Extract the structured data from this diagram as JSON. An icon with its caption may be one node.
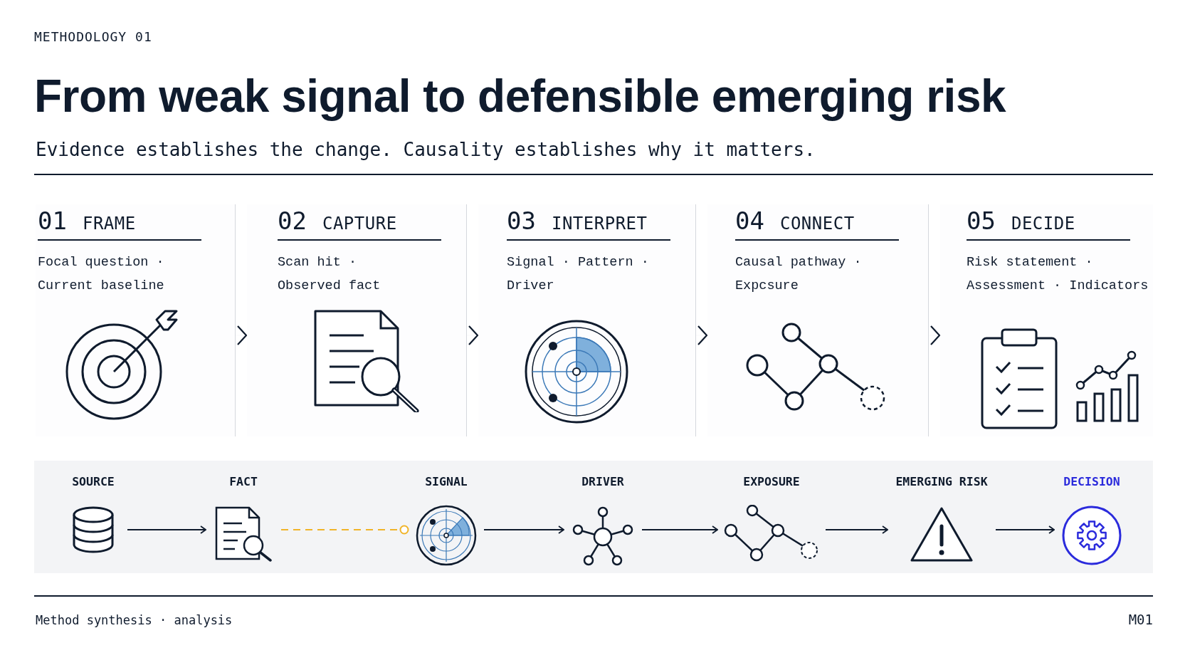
{
  "diagram": {
    "title": "From weak signal to defensible emerging risk",
    "caption": "Evidence establishes the change. Causality establishes why it matters.",
    "nodes": [
      {
        "text": [
          "01",
          "FRAME",
          "Focal question · Current baseline"
        ]
      },
      {
        "text": [
          "02",
          "CAPTURE",
          "Scan hit · Observed fact"
        ]
      },
      {
        "text": [
          "03",
          "INTERPRET",
          "Signal · Pattern · Driver"
        ]
      },
      {
        "text": [
          "04",
          "CONNECT",
          "Causal pathway · Expcsure"
        ]
      },
      {
        "text": [
          "05",
          "DECIDE",
          "Risk statement · Assessment · Indicators"
        ]
      },
      {
        "text": [],
        "shape": "box"
      },
      {
        "text": [
          "SOURCE"
        ],
        "in": 5
      },
      {
        "text": [
          "FACT"
        ],
        "in": 5
      },
      {
        "text": [
          "SIGNAL"
        ],
        "in": 5
      },
      {
        "text": [
          "DRIVER"
        ],
        "in": 5
      },
      {
        "text": [
          "EXPOSURE"
        ],
        "in": 5
      },
      {
        "text": [
          "EMERGING RISK"
        ],
        "in": 5
      },
      {
        "text": [
          "DECISION"
        ],
        "in": 5
      }
    ],
    "edges": [
      {
        "from": 0,
        "to": 1,
        "arrow": "to"
      },
      {
        "from": 1,
        "to": 2,
        "arrow": "to"
      },
      {
        "from": 2,
        "to": 3,
        "arrow": "to"
      },
      {
        "from": 3,
        "to": 4,
        "arrow": "to"
      },
      {
        "from": 6,
        "to": 7,
        "arrow": "to"
      },
      {
        "from": 7,
        "to": 8,
        "arrow": "other",
        "style": "dashed",
        "color": "#f0b429"
      },
      {
        "from": 8,
        "to": 9,
        "arrow": "to"
      },
      {
        "from": 9,
        "to": 10,
        "arrow": "to"
      },
      {
        "from": 10,
        "to": 11,
        "arrow": "to"
      },
      {
        "from": 11,
        "to": 12,
        "arrow": "to"
      }
    ],
    "labels": [
      "METHODOLOGY 01",
      "Method synthesis · analysis",
      "M01"
    ]
  }
}
